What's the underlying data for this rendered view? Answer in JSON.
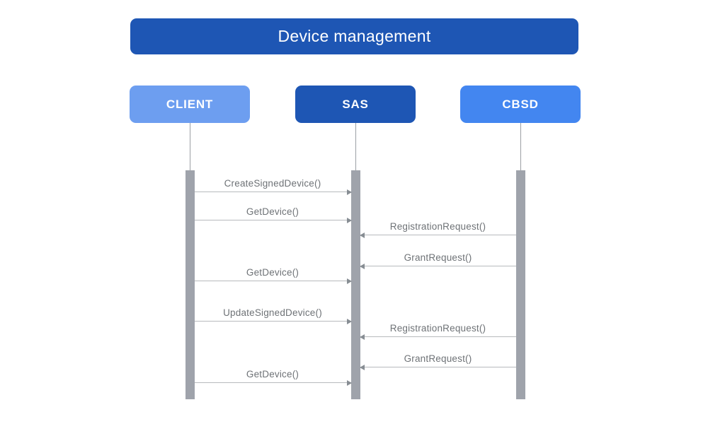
{
  "title": "Device management",
  "actors": [
    {
      "id": "CLIENT",
      "label": "CLIENT",
      "color": "#6d9ef0"
    },
    {
      "id": "SAS",
      "label": "SAS",
      "color": "#1e56b4"
    },
    {
      "id": "CBSD",
      "label": "CBSD",
      "color": "#4386f0"
    }
  ],
  "messages": [
    {
      "label": "CreateSignedDevice()",
      "from": "CLIENT",
      "to": "SAS"
    },
    {
      "label": "GetDevice()",
      "from": "CLIENT",
      "to": "SAS"
    },
    {
      "label": "RegistrationRequest()",
      "from": "CBSD",
      "to": "SAS"
    },
    {
      "label": "GrantRequest()",
      "from": "CBSD",
      "to": "SAS"
    },
    {
      "label": "GetDevice()",
      "from": "CLIENT",
      "to": "SAS"
    },
    {
      "label": "UpdateSignedDevice()",
      "from": "CLIENT",
      "to": "SAS"
    },
    {
      "label": "RegistrationRequest()",
      "from": "CBSD",
      "to": "SAS"
    },
    {
      "label": "GrantRequest()",
      "from": "CBSD",
      "to": "SAS"
    },
    {
      "label": "GetDevice()",
      "from": "CLIENT",
      "to": "SAS"
    }
  ],
  "colors": {
    "title_bg": "#1e56b4",
    "client_bg": "#6d9ef0",
    "sas_bg": "#1e56b4",
    "cbsd_bg": "#4386f0",
    "lifeline": "#9b9fa4",
    "activation_bar": "#9fa3ab",
    "arrow_line": "#b7babd",
    "arrow_head": "#878d93",
    "label_text": "#6e7276"
  }
}
